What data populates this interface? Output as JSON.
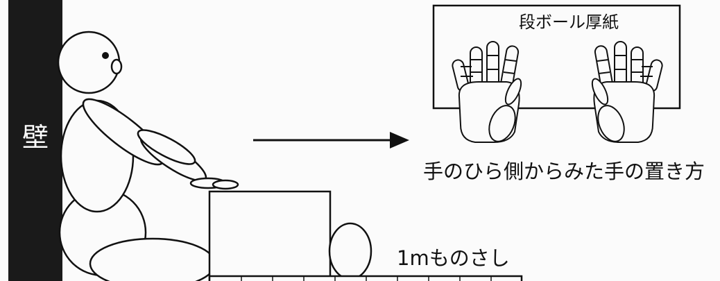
{
  "labels": {
    "wall": "壁",
    "board": "段ボール厚紙",
    "caption": "手のひら側からみた手の置き方",
    "ruler": "1mものさし"
  },
  "colors": {
    "wall": "#1a1a1a",
    "stroke": "#111111",
    "paper": "#fbfbfb"
  },
  "icons": {
    "arrow": "right-arrow-icon",
    "hands": "hand-icon"
  }
}
